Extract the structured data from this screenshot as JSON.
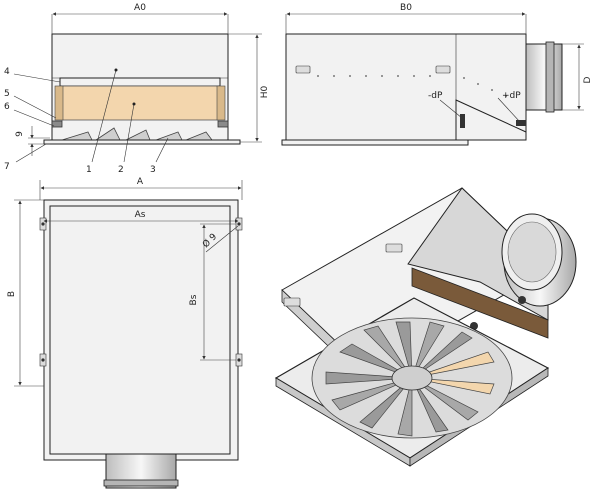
{
  "dimensions": {
    "a0": "A0",
    "b0": "B0",
    "h0": "H0",
    "d": "D",
    "a": "A",
    "as": "As",
    "b": "B",
    "bs": "Bs",
    "hole": "Ø 9",
    "gap": "9"
  },
  "pressure": {
    "minus": "-dP",
    "plus": "+dP"
  },
  "callouts": [
    "1",
    "2",
    "3",
    "4",
    "5",
    "6",
    "7"
  ],
  "colors": {
    "filter": "#f3d6ad",
    "metal": "#f2f2f2",
    "outline": "#222222"
  }
}
